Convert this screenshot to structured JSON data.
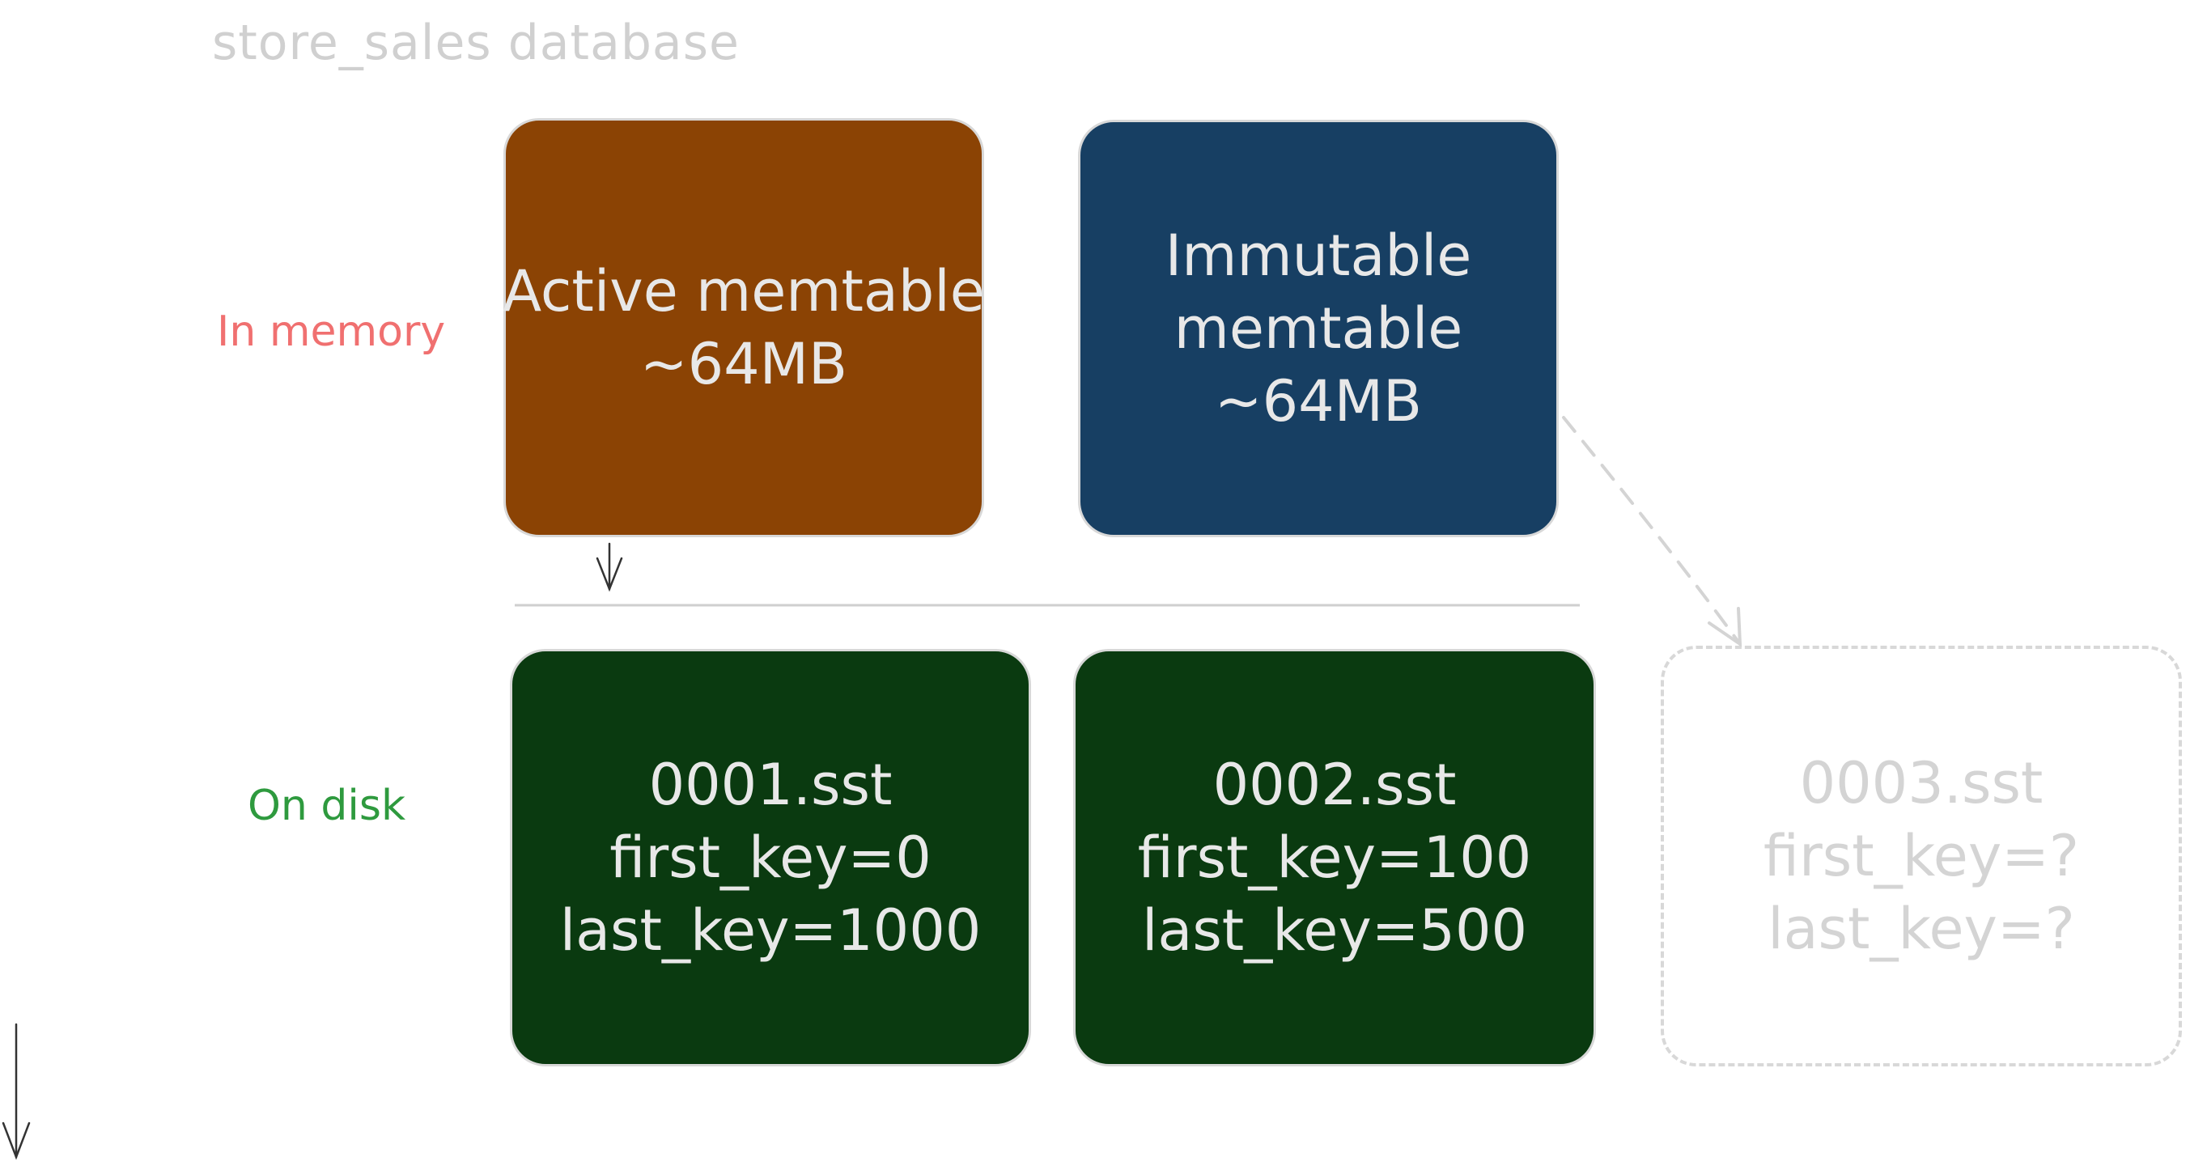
{
  "title": "store_sales database",
  "labels": {
    "in_memory": "In memory",
    "on_disk": "On disk"
  },
  "boxes": {
    "active": {
      "lines": [
        "Active memtable",
        "~64MB"
      ]
    },
    "immutable": {
      "lines": [
        "Immutable",
        "memtable",
        "~64MB"
      ]
    },
    "sst1": {
      "lines": [
        "0001.sst",
        "first_key=0",
        "last_key=1000"
      ]
    },
    "sst2": {
      "lines": [
        "0002.sst",
        "first_key=100",
        "last_key=500"
      ]
    },
    "sst3": {
      "lines": [
        "0003.sst",
        "first_key=?",
        "last_key=?"
      ]
    }
  },
  "colors": {
    "active": "#8b4304",
    "immutable": "#173f63",
    "sst": "#0a3a10",
    "in_memory_label": "#f07070",
    "on_disk_label": "#2e9a3e",
    "muted": "#d0d0d0"
  }
}
